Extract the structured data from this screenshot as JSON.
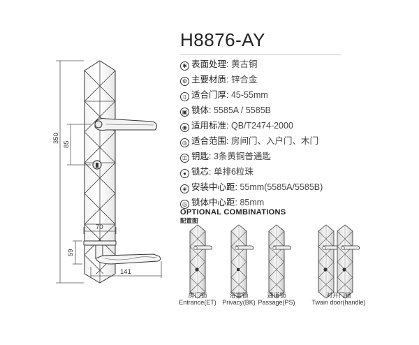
{
  "product": {
    "model": "H8876-AY"
  },
  "specs": [
    {
      "icon": "sparkle-icon",
      "glyph": "✱",
      "label": "表面处理",
      "value": "黄古铜"
    },
    {
      "icon": "gear-icon",
      "glyph": "⚙",
      "label": "主要材质",
      "value": "锌合金"
    },
    {
      "icon": "door-icon",
      "glyph": "▯",
      "label": "适合门厚",
      "value": "45-55mm"
    },
    {
      "icon": "lock-icon",
      "glyph": "▣",
      "label": "锁体",
      "value": "5585A / 5585B"
    },
    {
      "icon": "standard-icon",
      "glyph": "◉",
      "label": "适用标准",
      "value": "QB/T2474-2000"
    },
    {
      "icon": "scope-icon",
      "glyph": "◎",
      "label": "适合范围",
      "value": "房间门、入户门、木门"
    },
    {
      "icon": "key-icon",
      "glyph": "⚿",
      "label": "钥匙",
      "value": "3条黄铜普通匙"
    },
    {
      "icon": "cylinder-icon",
      "glyph": "●",
      "label": "锁芯",
      "value": "单排6粒珠"
    },
    {
      "icon": "install-icon",
      "glyph": "◈",
      "label": "安装中心距",
      "value": "55mm(5585A/5585B)"
    },
    {
      "icon": "center-icon",
      "glyph": "◎",
      "label": "锁体中心距",
      "value": "85mm"
    }
  ],
  "dimensions": {
    "total_height": "350",
    "handle_to_key": "85",
    "plate_width": "70",
    "handle_projection": "59",
    "handle_length": "141"
  },
  "combinations": {
    "title": "OPTIONAL COMBINATIONS",
    "subtitle": "配置图",
    "items": [
      {
        "zh": "房门锁",
        "en": "Entrance(ET)"
      },
      {
        "zh": "浴室锁",
        "en": "Privacy(BK)"
      },
      {
        "zh": "通道锁",
        "en": "Passage(PS)"
      },
      {
        "zh": "对开门锁",
        "en": "Twain door(handle)"
      }
    ]
  }
}
